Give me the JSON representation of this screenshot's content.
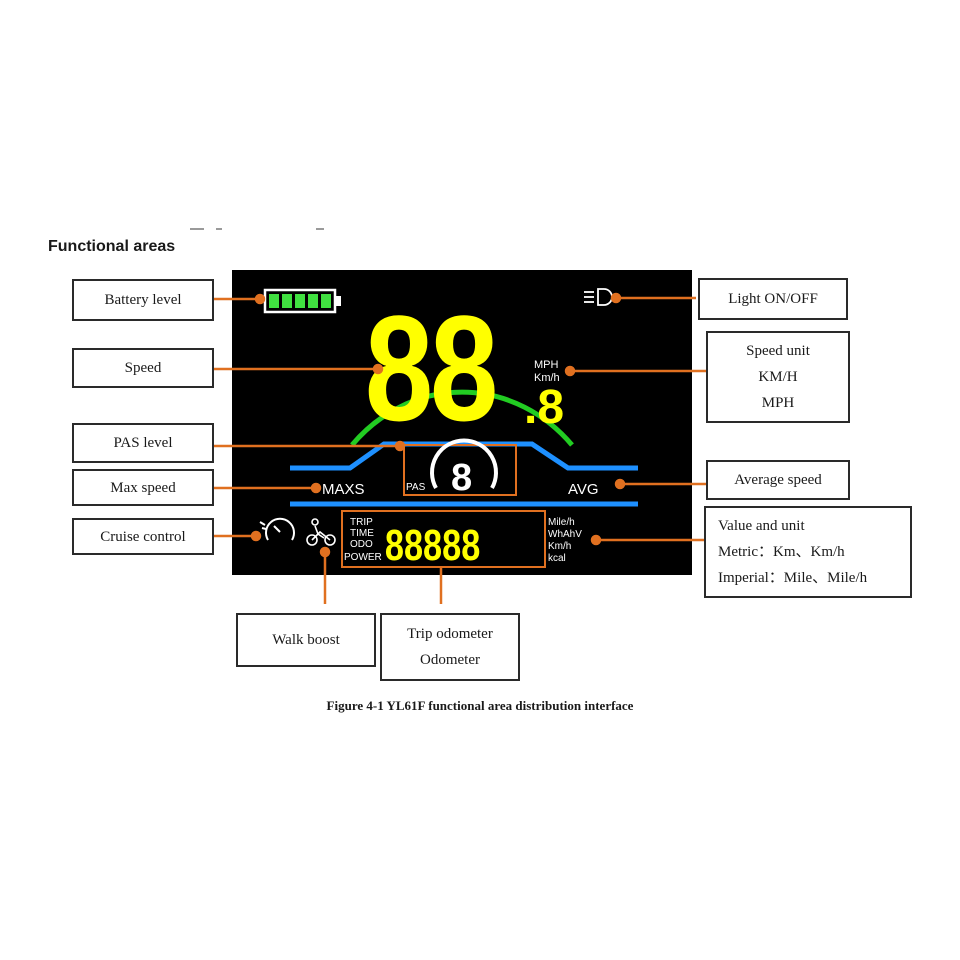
{
  "section_title": "Functional areas",
  "caption": "Figure 4-1 YL61F functional area distribution interface",
  "labels": {
    "battery": "Battery level",
    "speed": "Speed",
    "pas": "PAS level",
    "max_speed": "Max speed",
    "cruise": "Cruise control",
    "light": "Light ON/OFF",
    "speed_unit": [
      "Speed unit",
      "KM/H",
      "MPH"
    ],
    "average_speed": "Average speed",
    "value_unit": [
      "Value and unit",
      "Metric：Km、Km/h",
      "Imperial：Mile、Mile/h"
    ],
    "walk_boost": "Walk boost",
    "odometer": [
      "Trip odometer",
      "Odometer"
    ]
  },
  "display": {
    "speed_digits": "88",
    "speed_decimal": ".8",
    "speed_units": [
      "MPH",
      "Km/h"
    ],
    "pas_label": "PAS",
    "pas_digit": "8",
    "maxs_label": "MAXS",
    "avg_label": "AVG",
    "mode_labels": [
      "TRIP",
      "TIME",
      "ODO",
      "POWER"
    ],
    "odometer_digits": "88888",
    "value_units": [
      "Mile/h",
      "WhAhV",
      "Km/h",
      "kcal"
    ],
    "battery_segments": 5
  },
  "colors": {
    "segment_yellow": "#ffff00",
    "battery_green": "#40e040",
    "arc_green": "#22cc22",
    "line_blue": "#1e90ff",
    "leader_orange": "#e07020",
    "display_bg": "#000000"
  },
  "icons": {
    "headlight": "headlight-icon",
    "cruise": "speedometer-icon",
    "walk": "walk-bike-icon",
    "battery": "battery-icon"
  }
}
